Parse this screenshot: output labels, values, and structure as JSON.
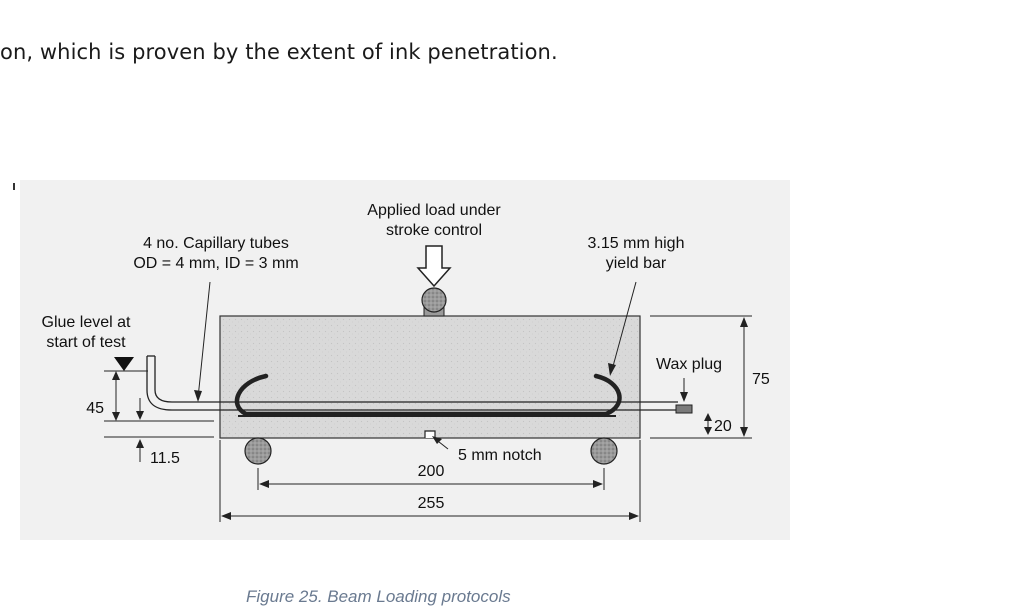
{
  "document": {
    "top_line": "on, which is proven by the extent of ink penetration.",
    "caption": "Figure 25. Beam Loading protocols"
  },
  "figure": {
    "label_applied_load_1": "Applied load under",
    "label_applied_load_2": "stroke control",
    "label_capillary_1": "4 no. Capillary tubes",
    "label_capillary_2": "OD = 4 mm, ID = 3 mm",
    "label_bar_1": "3.15 mm high",
    "label_bar_2": "yield bar",
    "label_glue_1": "Glue level at",
    "label_glue_2": "start of test",
    "label_wax_plug": "Wax plug",
    "label_notch": "5 mm notch",
    "dim_45": "45",
    "dim_11_5": "11.5",
    "dim_200": "200",
    "dim_255": "255",
    "dim_75": "75",
    "dim_20": "20"
  },
  "colors": {
    "beam_fill": "#dadada",
    "panel_bg": "#ececec",
    "line": "#1a1a1a",
    "caption": "#6a7a90"
  }
}
